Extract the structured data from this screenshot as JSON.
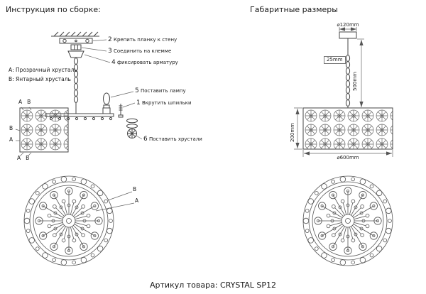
{
  "page": {
    "left_title": "Инструкция по сборке:",
    "right_title": "Габаритные размеры",
    "footer": "Артикул товара: CRYSTAL SP12"
  },
  "legend": {
    "a": "А:  Прозрачный хрусталь",
    "b": "В:  Янтарный хрусталь"
  },
  "steps": {
    "s1": {
      "num": "1",
      "text": "Вкрутить шпильки"
    },
    "s2": {
      "num": "2",
      "text": "Крепить планку к стену"
    },
    "s3": {
      "num": "3",
      "text": "Соединить на клемме"
    },
    "s4": {
      "num": "4",
      "text": "фиксировать арматуру"
    },
    "s5": {
      "num": "5",
      "text": "Поставить лампу"
    },
    "s6": {
      "num": "6",
      "text": "Поставить хрустали"
    }
  },
  "markers": {
    "a": "А",
    "b": "В"
  },
  "dimensions": {
    "canopy_diameter": "⌀120mm",
    "rod": "25mm",
    "chain_height": "500mm",
    "shade_height": "200mm",
    "shade_diameter": "⌀600mm"
  }
}
